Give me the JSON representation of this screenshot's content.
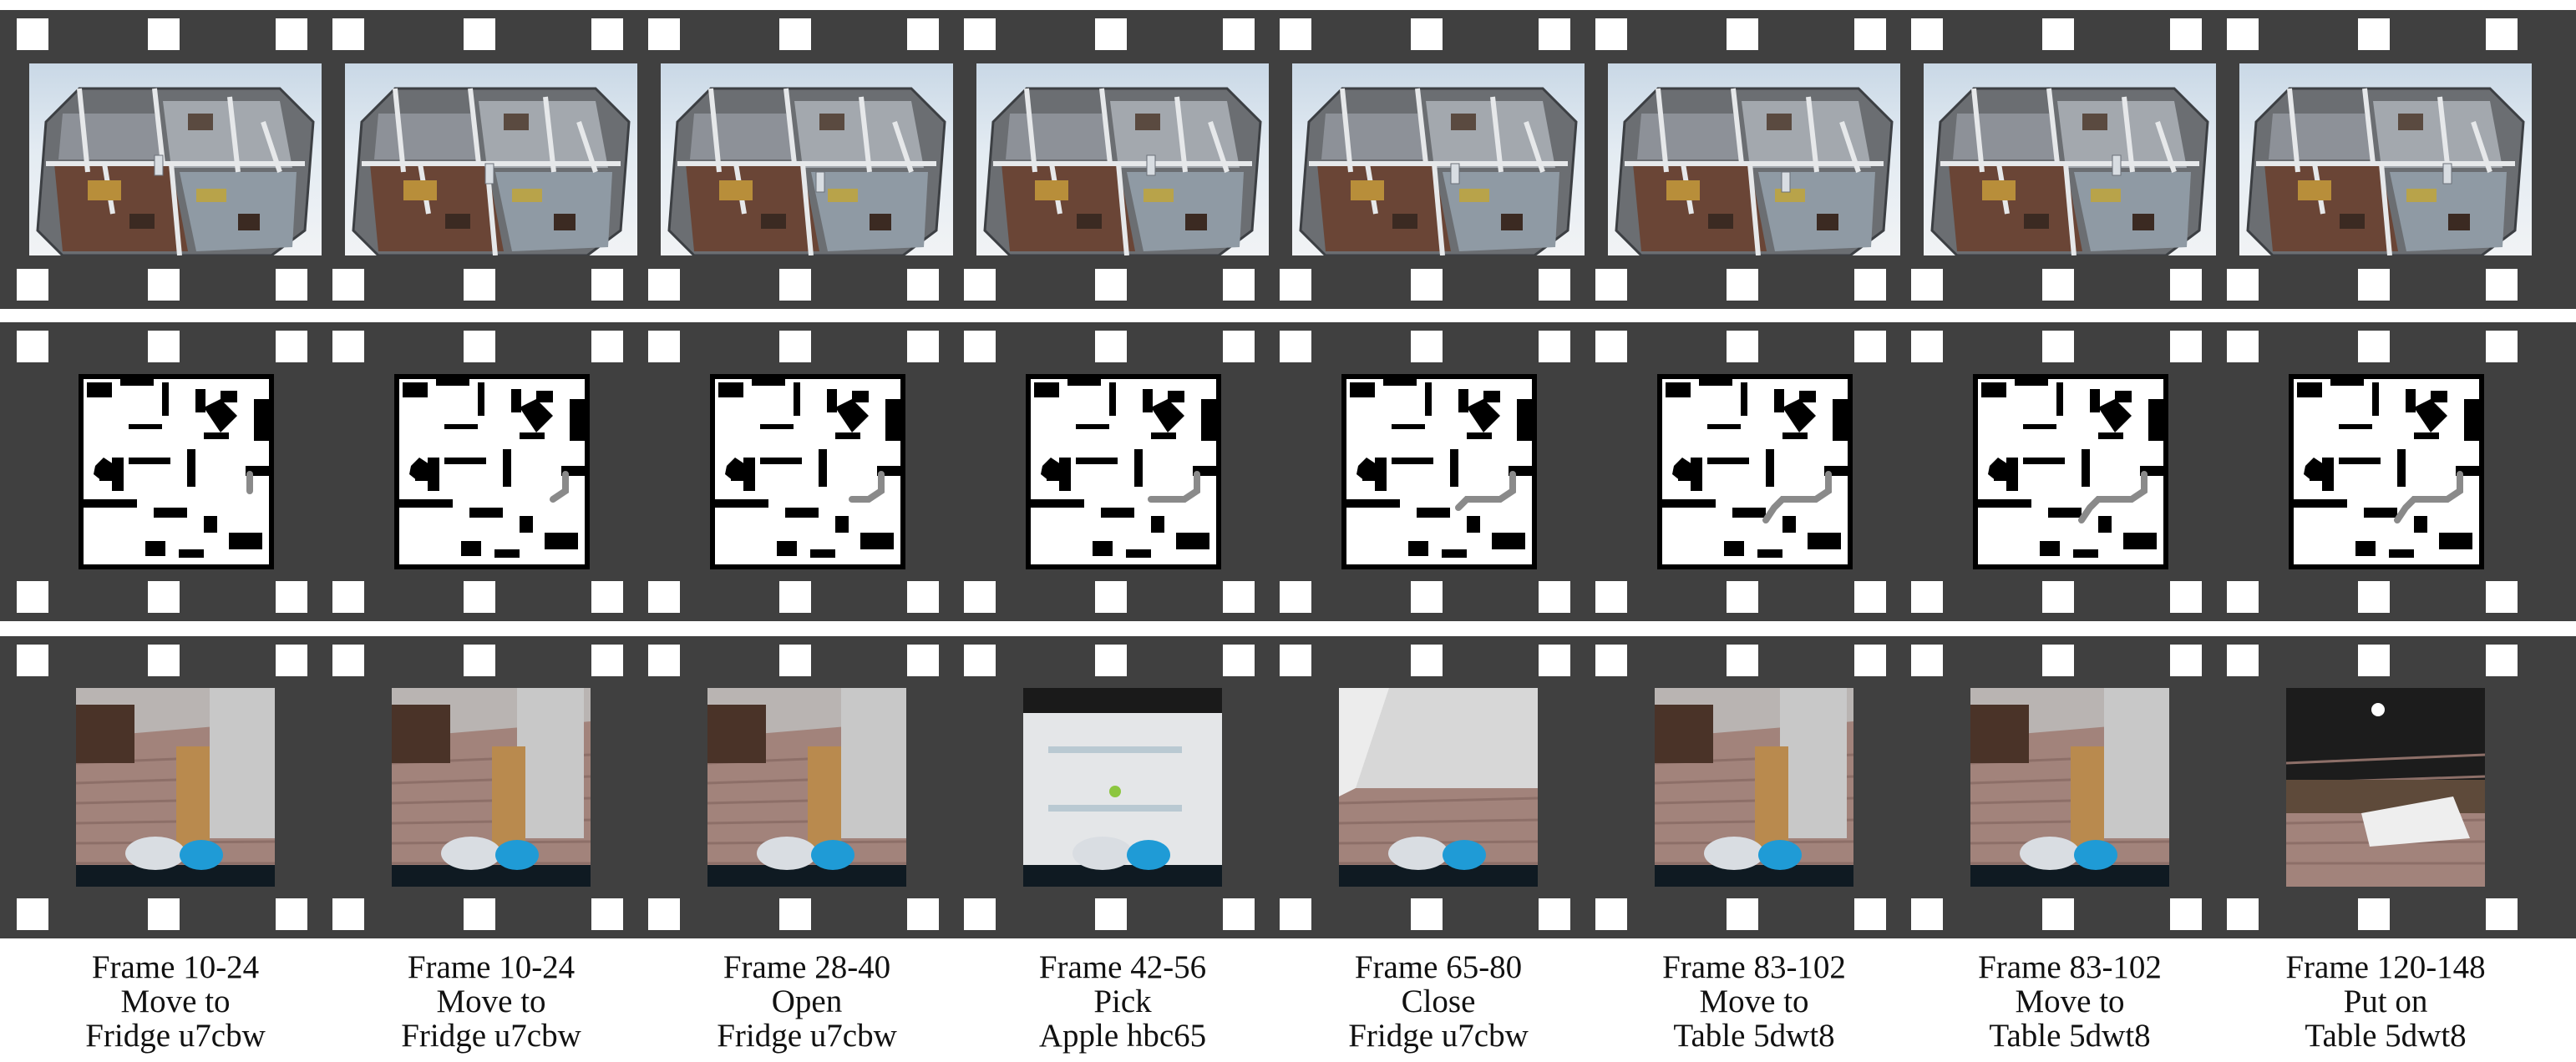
{
  "colors": {
    "film": "#404040",
    "sprocket": "#ffffff",
    "background": "#ffffff",
    "text": "#111111"
  },
  "rows": [
    "3d-overhead-view",
    "occupancy-map",
    "egocentric-view"
  ],
  "frames": [
    {
      "frame": "Frame 10-24",
      "action": "Move to",
      "target": "Fridge u7cbw"
    },
    {
      "frame": "Frame 10-24",
      "action": "Move to",
      "target": "Fridge u7cbw"
    },
    {
      "frame": "Frame 28-40",
      "action": "Open",
      "target": "Fridge u7cbw"
    },
    {
      "frame": "Frame 42-56",
      "action": "Pick",
      "target": "Apple hbc65"
    },
    {
      "frame": "Frame 65-80",
      "action": "Close",
      "target": "Fridge u7cbw"
    },
    {
      "frame": "Frame 83-102",
      "action": "Move to",
      "target": "Table 5dwt8"
    },
    {
      "frame": "Frame 83-102",
      "action": "Move to",
      "target": "Table 5dwt8"
    },
    {
      "frame": "Frame 120-148",
      "action": "Put on",
      "target": "Table 5dwt8"
    }
  ]
}
